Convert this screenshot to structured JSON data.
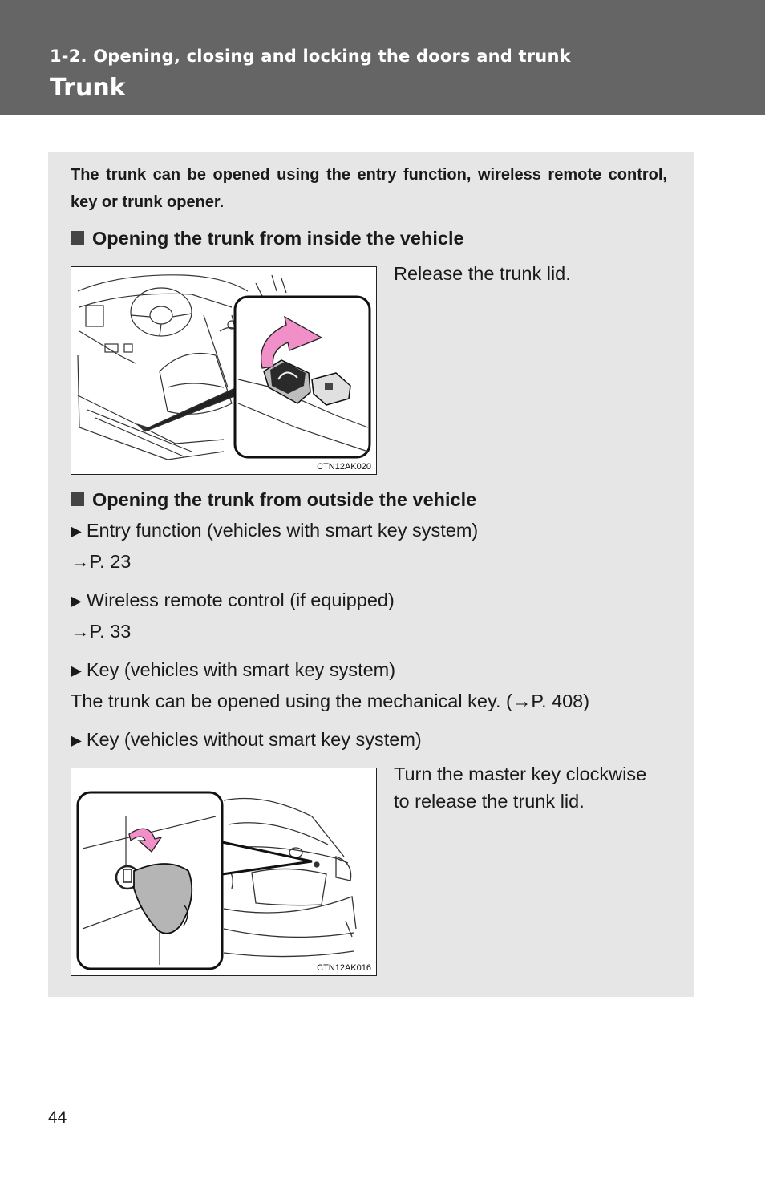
{
  "header": {
    "section_title": "1-2. Opening, closing and locking the doors and trunk",
    "page_title": "Trunk"
  },
  "intro": "The trunk can be opened using the entry function, wireless remote control, key or trunk opener.",
  "inside": {
    "heading": "Opening the trunk from inside the vehicle",
    "caption": "Release the trunk lid.",
    "figure_code": "CTN12AK020"
  },
  "outside": {
    "heading": "Opening the trunk from outside the vehicle",
    "entry": {
      "label": "Entry function (vehicles with smart key system)",
      "ref": "→P. 23"
    },
    "wireless": {
      "label": "Wireless remote control (if equipped)",
      "ref": "→P. 33"
    },
    "key_smart": {
      "label": "Key (vehicles with smart key system)",
      "text": "The trunk can be opened using the mechanical key. (→P. 408)"
    },
    "key_no_smart": {
      "label": "Key (vehicles without smart key system)",
      "caption_line1": "Turn the master key clockwise",
      "caption_line2": "to release the trunk lid.",
      "figure_code": "CTN12AK016"
    }
  },
  "page_number": "44",
  "colors": {
    "header_bg": "#656565",
    "panel_bg": "#e6e6e6",
    "arrow_pink": "#f08fc8"
  }
}
